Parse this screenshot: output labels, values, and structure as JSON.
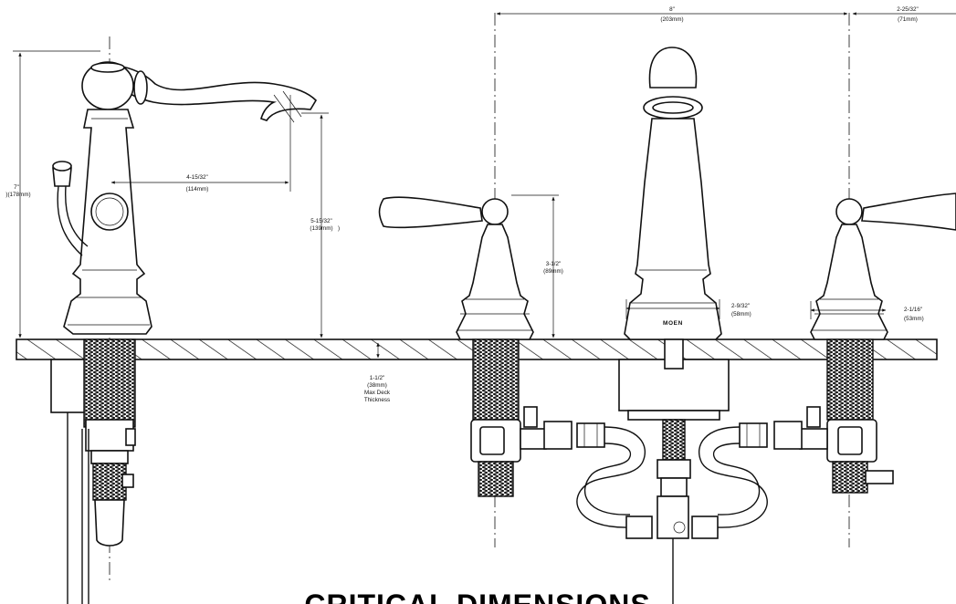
{
  "drawing": {
    "title": "CRITICAL DIMENSIONS",
    "brand_mark": "MOEN",
    "dimensions": {
      "overall_height": {
        "imperial": "7\"",
        "metric": ")(178mm)"
      },
      "spout_reach": {
        "imperial": "4-15/32\"",
        "metric": "(114mm)"
      },
      "spout_clearance": {
        "imperial": "5-15/32\"",
        "metric": "(139mm)"
      },
      "spout_clearance_tail": ")",
      "handle_height": {
        "imperial": "3-1/2\"",
        "metric": "(89mm)"
      },
      "handle_spacing": {
        "imperial": "8\"",
        "metric": "(203mm)"
      },
      "handle_overhang": {
        "imperial": "2-25/32\"",
        "metric": "(71mm)"
      },
      "spout_base_diameter": {
        "imperial": "2-9/32\"",
        "metric": "(58mm)"
      },
      "handle_base_diameter": {
        "imperial": "2-1/16\"",
        "metric": "(53mm)"
      },
      "deck_thickness": {
        "imperial": "1-1/2\"",
        "metric": "(38mm)",
        "note_line1": "Max Deck",
        "note_line2": "Thickness"
      }
    }
  }
}
